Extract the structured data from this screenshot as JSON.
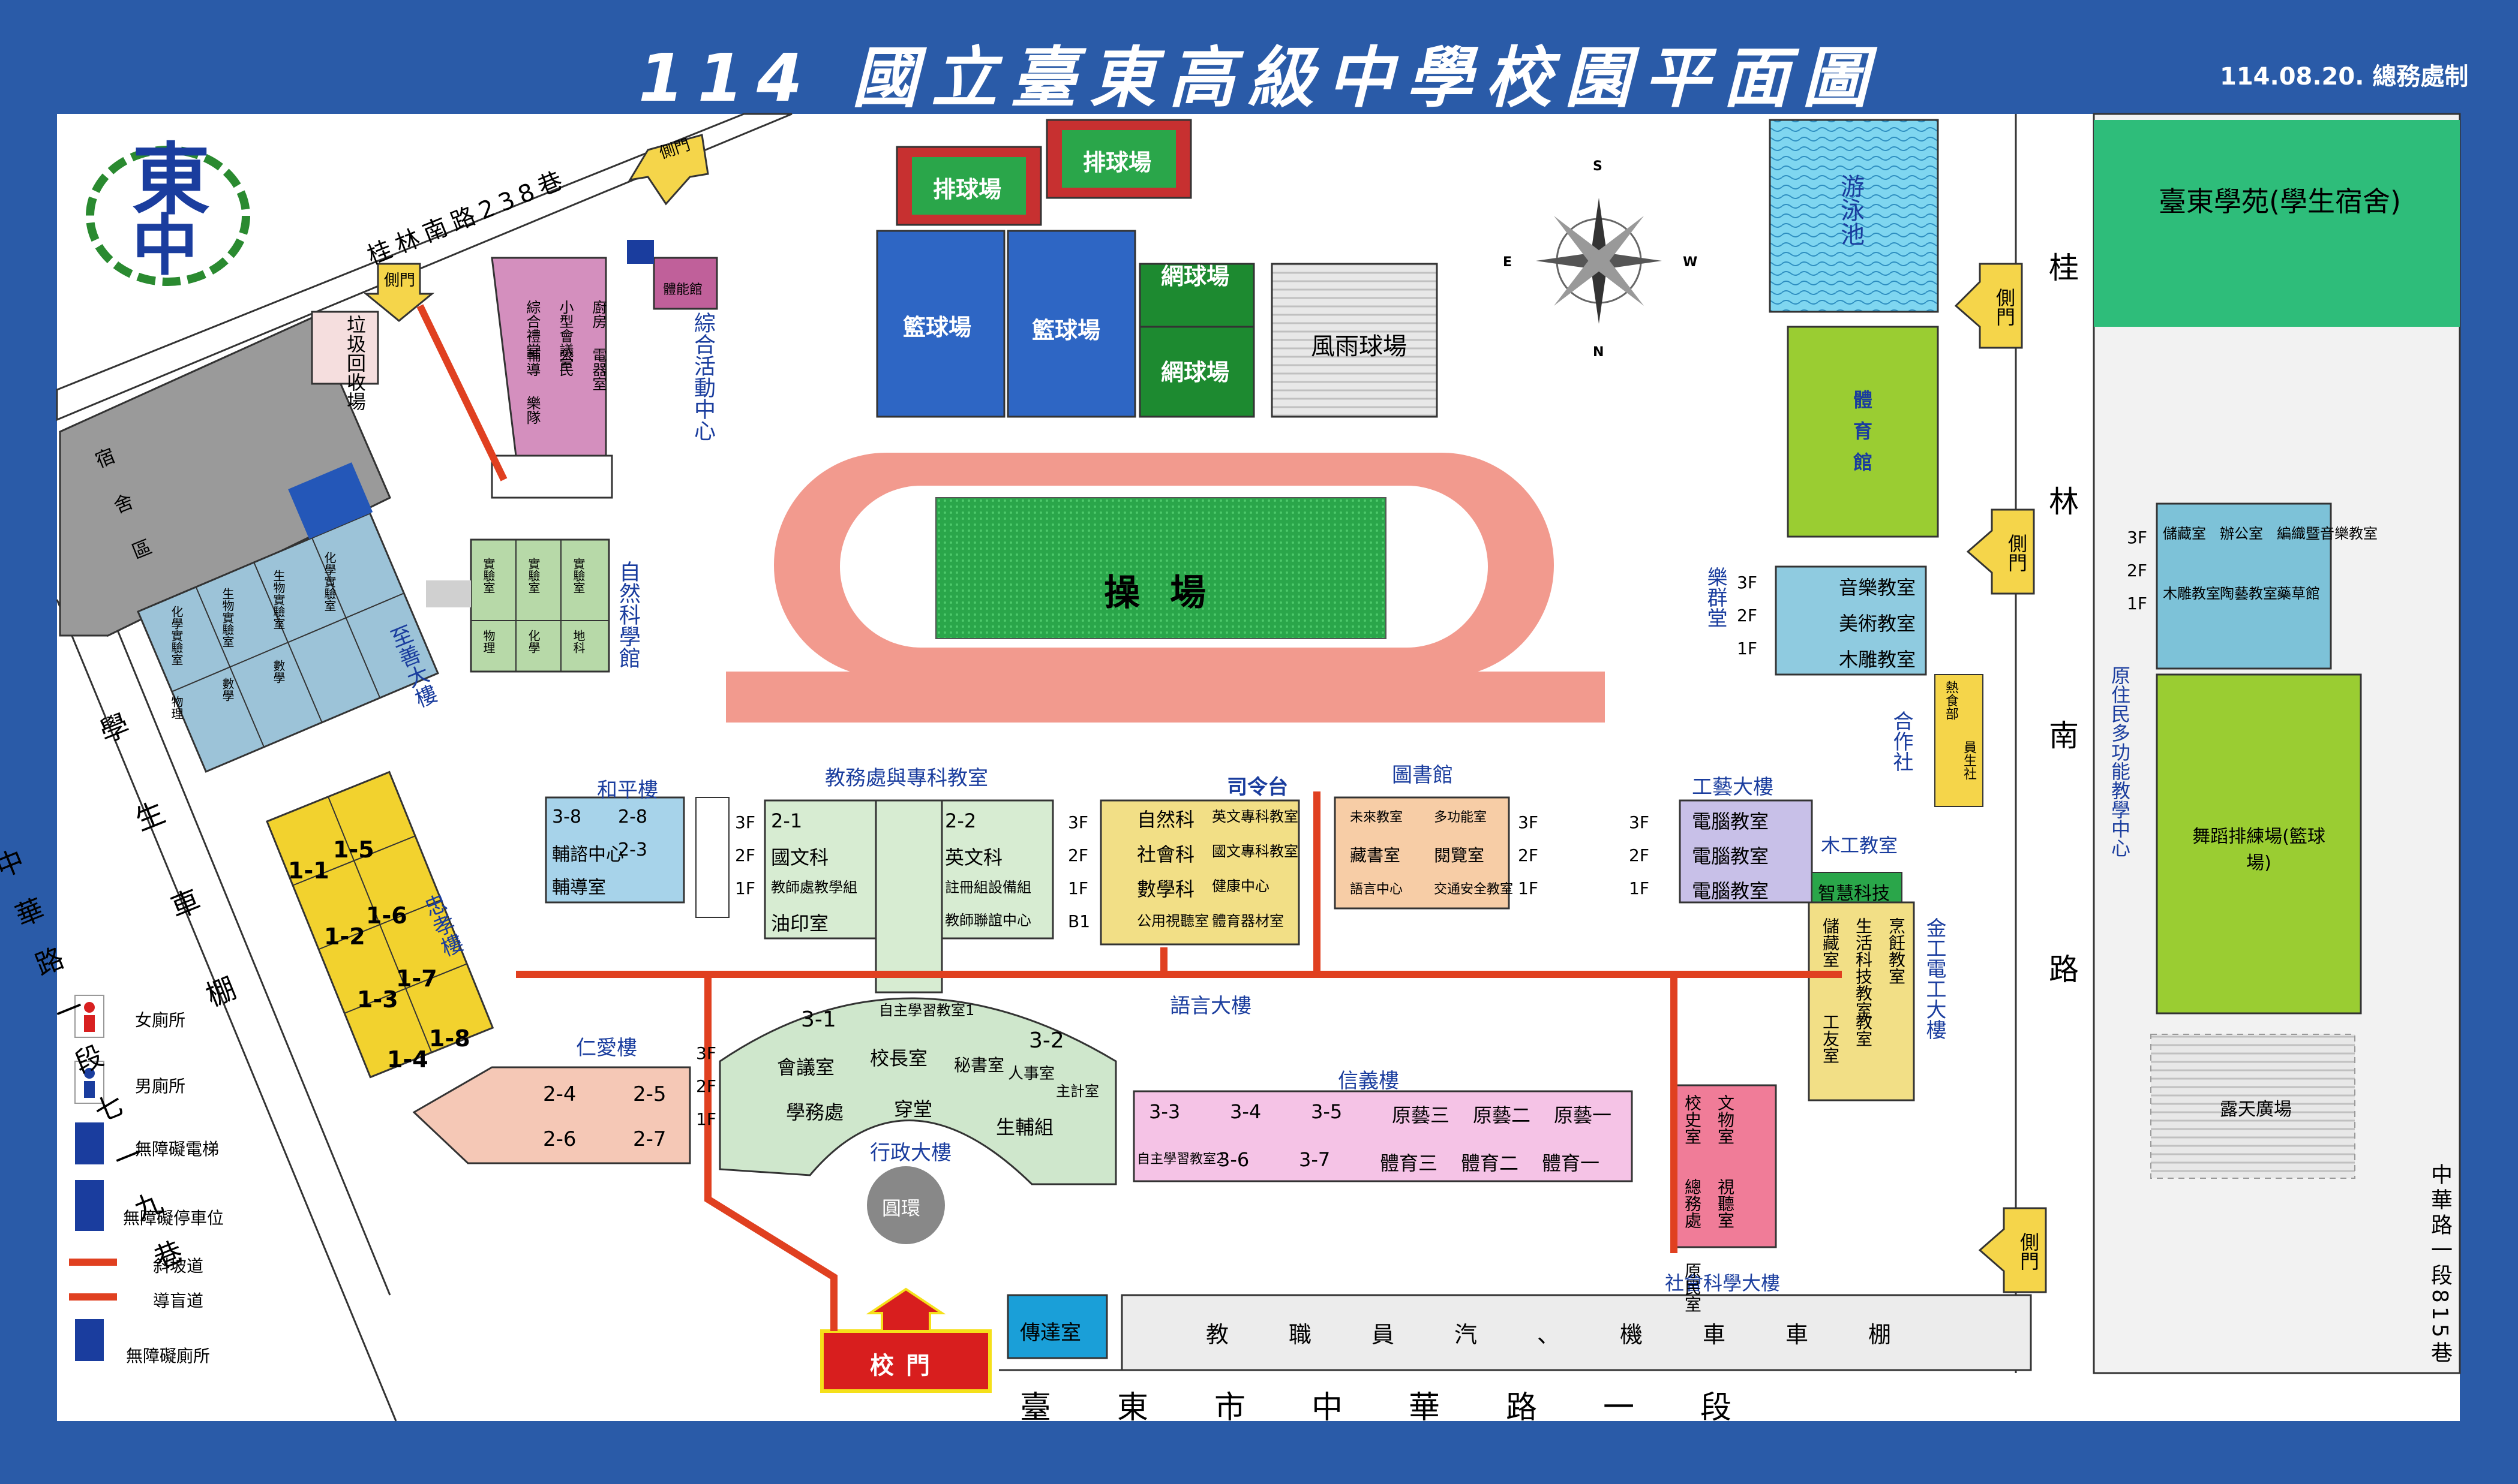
{
  "header": {
    "title": "114 國立臺東高級中學校園平面圖",
    "credit": "114.08.20. 總務處制"
  },
  "logo": {
    "text_top": "東",
    "text_bottom": "中"
  },
  "roads": {
    "guilin_238": "桂林南路238巷",
    "zhonghua_719": "中華路一段七一九巷",
    "guilin_south": "桂林南路",
    "zhonghua_815": "中華路一段815巷",
    "zhonghua_main": "臺東市中華路一段",
    "student_parking": "學生車棚",
    "staff_parking": "教職員汽、機車車棚"
  },
  "gates": {
    "main": "校門",
    "side": "側門"
  },
  "sports": {
    "volleyball": "排球場",
    "basketball": "籃球場",
    "tennis": "網球場",
    "rain_court": "風雨球場",
    "field": "操場",
    "pool": "游泳池",
    "gym": "體育館",
    "dance_court": "舞蹈排練場(籃球場)",
    "plaza": "露天廣場"
  },
  "buildings": {
    "dorm": "宿舍區",
    "recycle": "垃圾回收場",
    "activity_center": "綜合活動中心",
    "natural_science": "自然科學館",
    "zhishan": "至善大樓",
    "zhongxiao": "忠孝樓",
    "heping": "和平樓",
    "renai": "仁愛樓",
    "academic": "教務處與專科教室",
    "admin": "行政大樓",
    "language": "語言大樓",
    "library": "圖書館",
    "xinyi": "信義樓",
    "craft": "工藝大樓",
    "metalwork": "金工電工大樓",
    "social": "社會科學大樓",
    "music_hall": "樂群堂",
    "coop": "合作社",
    "indigenous": "原住民多功能教學中心",
    "student_home": "臺東學苑(學生宿舍)",
    "podium": "司令台",
    "roundabout": "圓環",
    "reception": "傳達室",
    "woodwork": "木工教室",
    "smart_tech": "智慧科技"
  },
  "rooms": {
    "heping_rows": [
      [
        "3-8",
        "2-8"
      ],
      [
        "輔諮中心",
        "2-3"
      ],
      [
        "輔導室"
      ]
    ],
    "renai_rows": [
      [
        "2-4",
        "2-5"
      ],
      [
        "2-6",
        "2-7"
      ]
    ],
    "academic_rows": [
      [
        "2-1",
        "2-2"
      ],
      [
        "國文科",
        "英文科"
      ],
      [
        "教師處教學組",
        "註冊組設備組"
      ],
      [
        "油印室",
        "教師聯誼中心"
      ]
    ],
    "lang_rows": [
      [
        "自然科",
        "英文專科教室"
      ],
      [
        "社會科",
        "國文專科教室"
      ],
      [
        "數學科",
        "健康中心"
      ],
      [
        "公用視聽室",
        "體育器材室"
      ]
    ],
    "lib_rows": [
      [
        "未來教室",
        "多功能室"
      ],
      [
        "藏書室",
        "閱覽室"
      ],
      [
        "語言中心",
        "交通安全教室"
      ]
    ],
    "xinyi_top": [
      "3-3",
      "3-4",
      "3-5",
      "原藝三",
      "原藝二",
      "原藝一"
    ],
    "xinyi_bottom": [
      "自主學習教室2",
      "3-6",
      "3-7",
      "體育三",
      "體育二",
      "體育一"
    ],
    "admin_rooms": [
      "自主學習教室1",
      "3-1",
      "3-2",
      "會議室",
      "校長室",
      "秘書室",
      "人事室",
      "主計室",
      "學務處",
      "穿堂",
      "生輔組"
    ],
    "zhongxiao_rooms": [
      "1-5",
      "1-1",
      "1-6",
      "1-2",
      "1-7",
      "1-3",
      "1-8",
      "1-4"
    ],
    "craft_rooms": [
      "電腦教室",
      "電腦教室",
      "電腦教室"
    ],
    "music_rooms": [
      "音樂教室",
      "美術教室",
      "木雕教室"
    ],
    "metal_rooms": [
      "儲藏室",
      "生活科技教室",
      "烹飪教室",
      "工友室",
      "教室"
    ],
    "social_rooms": [
      "校史室",
      "文物室",
      "總務處",
      "視聽室",
      "原民室"
    ],
    "indig_rooms": [
      "儲藏室",
      "辦公室",
      "編織暨音樂教室",
      "木雕教室",
      "陶藝教室",
      "藥草館"
    ],
    "activity_rooms": [
      "綜合禮堂",
      "小型會議室",
      "廚房",
      "輔導",
      "公民",
      "電器室",
      "樂隊"
    ],
    "natsci_rooms": [
      "實驗室",
      "實驗室",
      "實驗室",
      "物理",
      "化學",
      "地科"
    ],
    "zhishan_rooms": [
      "化學實驗室",
      "生物實驗室",
      "生物實驗室",
      "化學實驗室",
      "物理",
      "數學",
      "數學"
    ],
    "indoor_pe": "體能館",
    "hot_food": "熱食部",
    "coop_store": "員生社"
  },
  "floors": [
    "3F",
    "2F",
    "1F",
    "B1"
  ],
  "compass": {
    "n": "N",
    "s": "S",
    "e": "E",
    "w": "W"
  },
  "legend": [
    {
      "label": "女廁所"
    },
    {
      "label": "男廁所"
    },
    {
      "label": "無障礙電梯"
    },
    {
      "label": "無障礙停車位"
    },
    {
      "label": "斜坡道"
    },
    {
      "label": "導盲道"
    },
    {
      "label": "無障礙廁所"
    }
  ],
  "colors": {
    "frame": "#2a5ba8",
    "ramp": "#e04020",
    "green_field": "#2bb04a",
    "track": "#f29a8e"
  }
}
